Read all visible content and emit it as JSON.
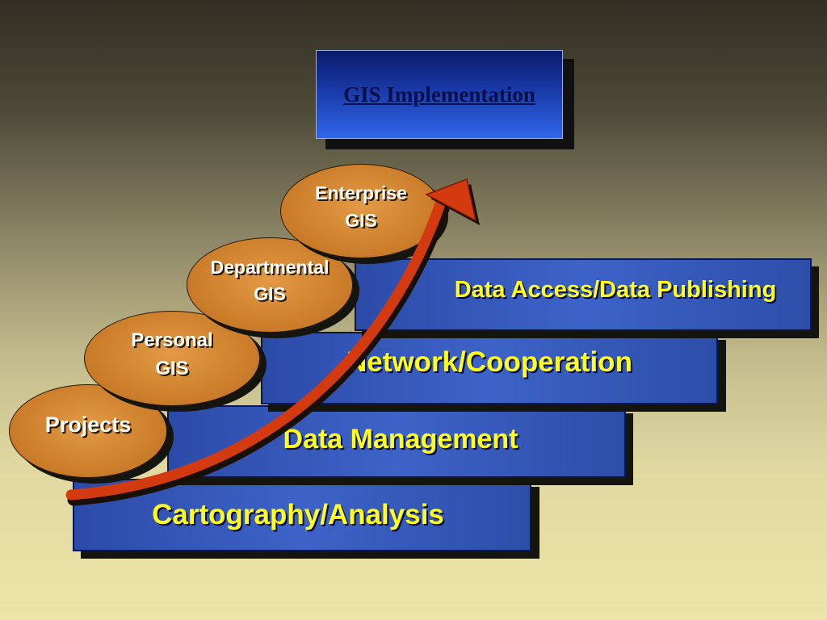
{
  "title": "GIS Implementation",
  "steps": [
    {
      "label": "Cartography/Analysis"
    },
    {
      "label": "Data Management"
    },
    {
      "label": "Network/Cooperation"
    },
    {
      "label": "Data Access/Data Publishing"
    }
  ],
  "stages": [
    {
      "line1": "Projects",
      "line2": ""
    },
    {
      "line1": "Personal",
      "line2": "GIS"
    },
    {
      "line1": "Departmental",
      "line2": "GIS"
    },
    {
      "line1": "Enterprise",
      "line2": "GIS"
    }
  ],
  "colors": {
    "bar_text": "#ffff1a",
    "bar_fill": "#3d63c8",
    "ellipse_fill": "#cd7f2c",
    "arrow": "#d43a10"
  }
}
